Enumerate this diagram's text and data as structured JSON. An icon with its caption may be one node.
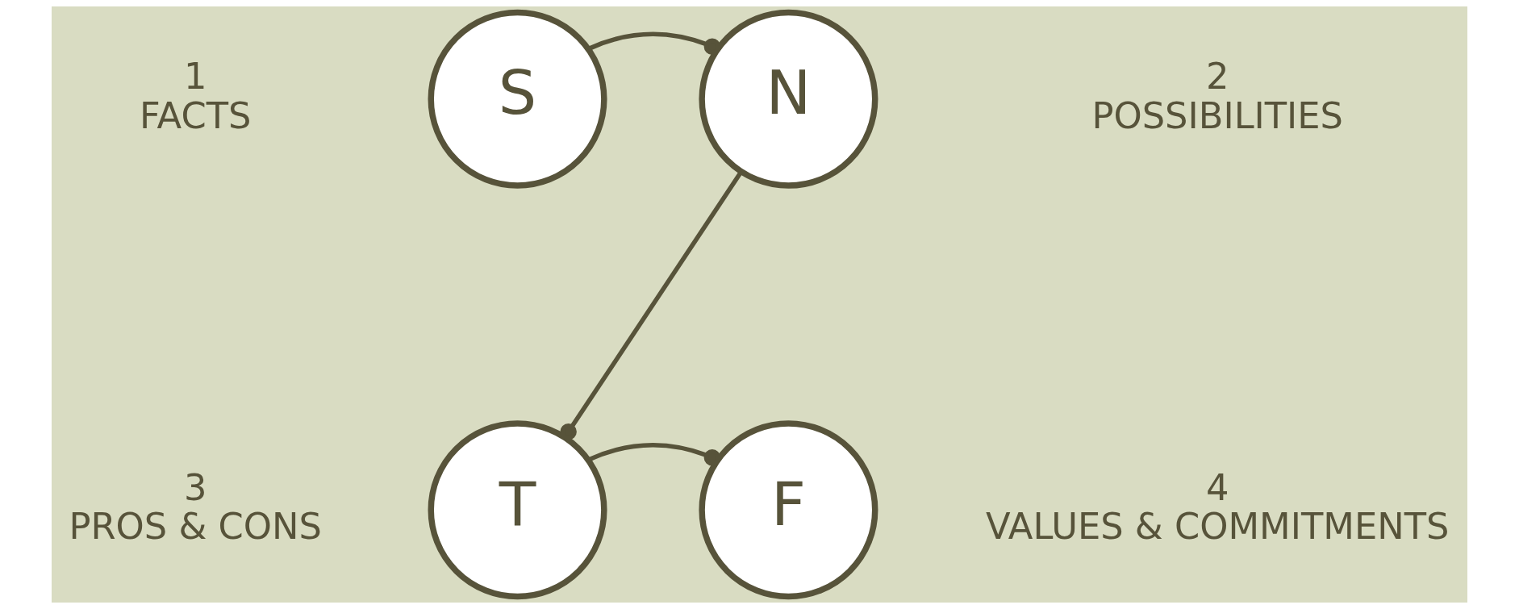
{
  "diagram": {
    "nodes": [
      {
        "text": [
          "S"
        ],
        "beside": [
          "1",
          "FACTS"
        ]
      },
      {
        "text": [
          "N"
        ],
        "beside": [
          "2",
          "POSSIBILITIES"
        ]
      },
      {
        "text": [
          "T"
        ],
        "beside": [
          "3",
          "PROS & CONS"
        ]
      },
      {
        "text": [
          "F"
        ],
        "beside": [
          "4",
          "VALUES & COMMITMENTS"
        ]
      }
    ],
    "edges": [
      {
        "from": 0,
        "to": 1,
        "arrow": "other"
      },
      {
        "from": 1,
        "to": 2,
        "arrow": "other"
      },
      {
        "from": 2,
        "to": 3,
        "arrow": "other"
      }
    ]
  }
}
